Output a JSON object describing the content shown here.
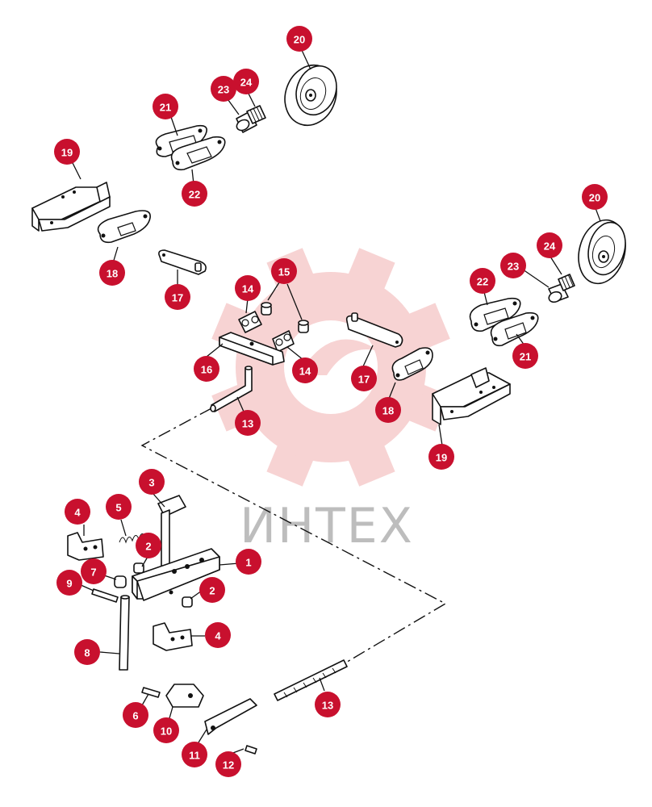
{
  "watermark": {
    "text": "ИНТЕХ",
    "gear_color": "#f7d3d3",
    "text_color": "#bdbdbd"
  },
  "callout_color": "#c8102e",
  "callouts": [
    {
      "id": "c1",
      "label": "1"
    },
    {
      "id": "c2a",
      "label": "2"
    },
    {
      "id": "c2b",
      "label": "2"
    },
    {
      "id": "c3",
      "label": "3"
    },
    {
      "id": "c4a",
      "label": "4"
    },
    {
      "id": "c4b",
      "label": "4"
    },
    {
      "id": "c5",
      "label": "5"
    },
    {
      "id": "c6",
      "label": "6"
    },
    {
      "id": "c7",
      "label": "7"
    },
    {
      "id": "c8",
      "label": "8"
    },
    {
      "id": "c9",
      "label": "9"
    },
    {
      "id": "c10",
      "label": "10"
    },
    {
      "id": "c11",
      "label": "11"
    },
    {
      "id": "c12",
      "label": "12"
    },
    {
      "id": "c13a",
      "label": "13"
    },
    {
      "id": "c13b",
      "label": "13"
    },
    {
      "id": "c14a",
      "label": "14"
    },
    {
      "id": "c14b",
      "label": "14"
    },
    {
      "id": "c15",
      "label": "15"
    },
    {
      "id": "c16",
      "label": "16"
    },
    {
      "id": "c17a",
      "label": "17"
    },
    {
      "id": "c17b",
      "label": "17"
    },
    {
      "id": "c18a",
      "label": "18"
    },
    {
      "id": "c18b",
      "label": "18"
    },
    {
      "id": "c19a",
      "label": "19"
    },
    {
      "id": "c19b",
      "label": "19"
    },
    {
      "id": "c20a",
      "label": "20"
    },
    {
      "id": "c20b",
      "label": "20"
    },
    {
      "id": "c21a",
      "label": "21"
    },
    {
      "id": "c21b",
      "label": "21"
    },
    {
      "id": "c22a",
      "label": "22"
    },
    {
      "id": "c22b",
      "label": "22"
    },
    {
      "id": "c23a",
      "label": "23"
    },
    {
      "id": "c23b",
      "label": "23"
    },
    {
      "id": "c24a",
      "label": "24"
    },
    {
      "id": "c24b",
      "label": "24"
    }
  ]
}
